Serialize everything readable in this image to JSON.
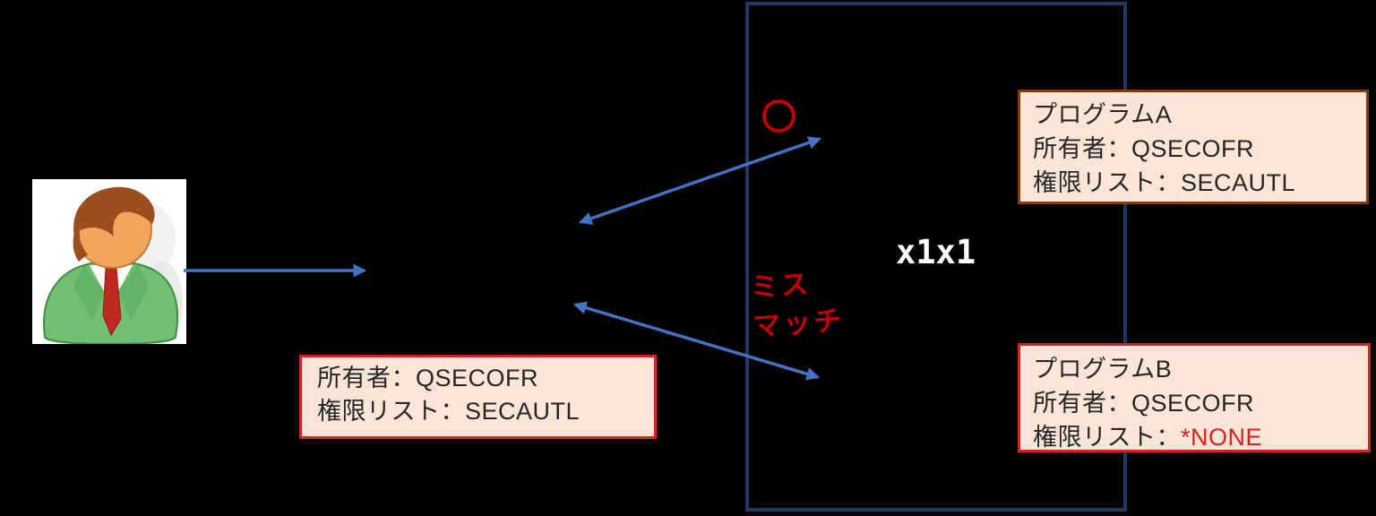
{
  "canvas": {
    "bg": "#000000"
  },
  "colors": {
    "arrow_blue": "#4472C4",
    "frame_navy": "#1F3864",
    "box_fill": "#FBE5D6",
    "box_border_brown": "#843C0C",
    "box_border_red": "#D92121",
    "accent_red": "#C00000",
    "text_dark": "#262626",
    "overlay_white": "#FFFFFF"
  },
  "icons": {
    "user_icon": "person-clipart-green-jacket-red-tie",
    "ok_circle_mark": "○"
  },
  "user_box": {
    "owner": "所有者：QSECOFR",
    "authlist": "権限リスト：SECAUTL"
  },
  "program_a": {
    "title": "プログラムA",
    "owner": "所有者：QSECOFR",
    "authlist": "権限リスト：SECAUTL"
  },
  "program_b": {
    "title": "プログラムB",
    "owner": "所有者：QSECOFR",
    "authlist_label": "権限リスト：",
    "authlist_value": "*NONE"
  },
  "annotations": {
    "mismatch_line1": "ミス",
    "mismatch_line2": "マッチ",
    "overlay_text": "x1x1"
  }
}
